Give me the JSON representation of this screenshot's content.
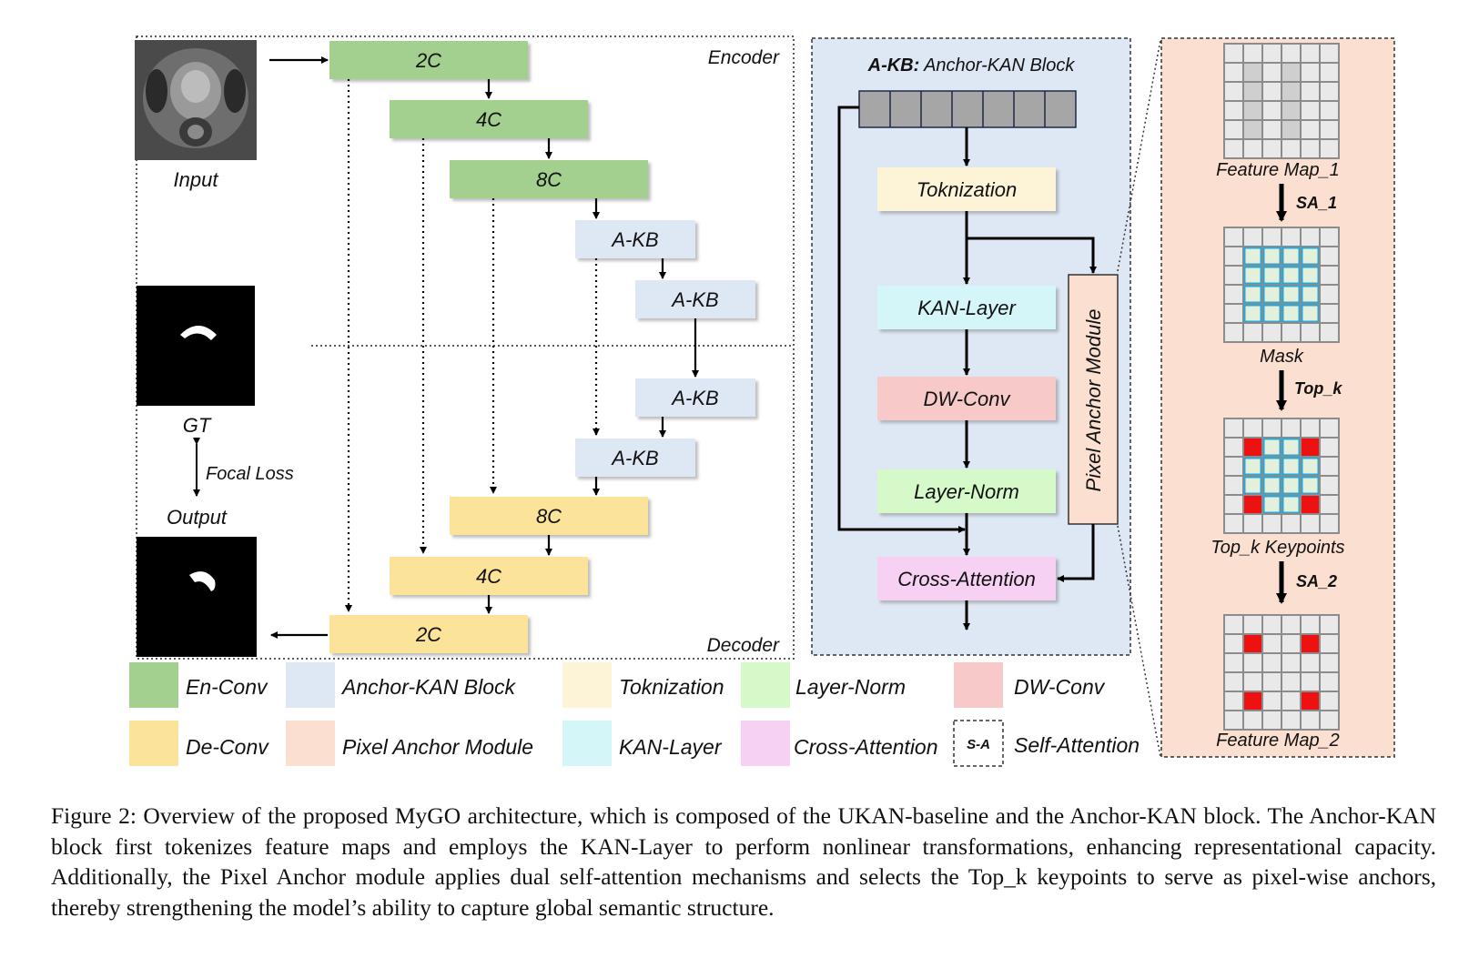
{
  "encoder": {
    "title": "Encoder",
    "blocks": [
      "2C",
      "4C",
      "8C",
      "A-KB",
      "A-KB"
    ]
  },
  "decoder": {
    "title": "Decoder",
    "blocks": [
      "A-KB",
      "A-KB",
      "8C",
      "4C",
      "2C"
    ]
  },
  "images": {
    "input_label": "Input",
    "gt_label": "GT",
    "output_label": "Output",
    "loss_label": "Focal Loss"
  },
  "akb": {
    "title_bold": "A-KB:",
    "title_rest": " Anchor-KAN Block",
    "tokenization": "Toknization",
    "kan_layer": "KAN-Layer",
    "dw_conv": "DW-Conv",
    "layer_norm": "Layer-Norm",
    "cross_attention": "Cross-Attention",
    "pixel_anchor": "Pixel Anchor Module"
  },
  "pam": {
    "feature_map_1": "Feature Map_1",
    "sa_1": "SA_1",
    "mask": "Mask",
    "top_k": "Top_k",
    "top_k_keypoints": "Top_k Keypoints",
    "sa_2": "SA_2",
    "feature_map_2": "Feature Map_2"
  },
  "legend": {
    "en_conv": "En-Conv",
    "de_conv": "De-Conv",
    "anchor_kan_block": "Anchor-KAN Block",
    "pixel_anchor_module": "Pixel Anchor Module",
    "toknization": "Toknization",
    "kan_layer": "KAN-Layer",
    "layer_norm": "Layer-Norm",
    "cross_attention": "Cross-Attention",
    "dw_conv": "DW-Conv",
    "sa_box": "S-A",
    "self_attention": "Self-Attention"
  },
  "colors": {
    "en_conv": "#a3d08f",
    "de_conv": "#fbe39a",
    "anchor_kan": "#dde8f4",
    "pixel_anchor": "#fbe0d2",
    "toknization": "#fdf3d6",
    "kan_layer": "#d4f6f9",
    "layer_norm": "#d5f9c9",
    "cross_attention": "#f6d1f3",
    "dw_conv": "#f8c9c9"
  },
  "caption": "Figure 2: Overview of the proposed MyGO architecture, which is composed of the UKAN-baseline and the Anchor-KAN block. The Anchor-KAN block first tokenizes feature maps and employs the KAN-Layer to perform nonlinear transformations, enhancing representational capacity. Additionally, the Pixel Anchor module applies dual self-attention mechanisms and selects the Top_k keypoints to serve as pixel-wise anchors, thereby strengthening the model’s ability to capture global semantic structure."
}
